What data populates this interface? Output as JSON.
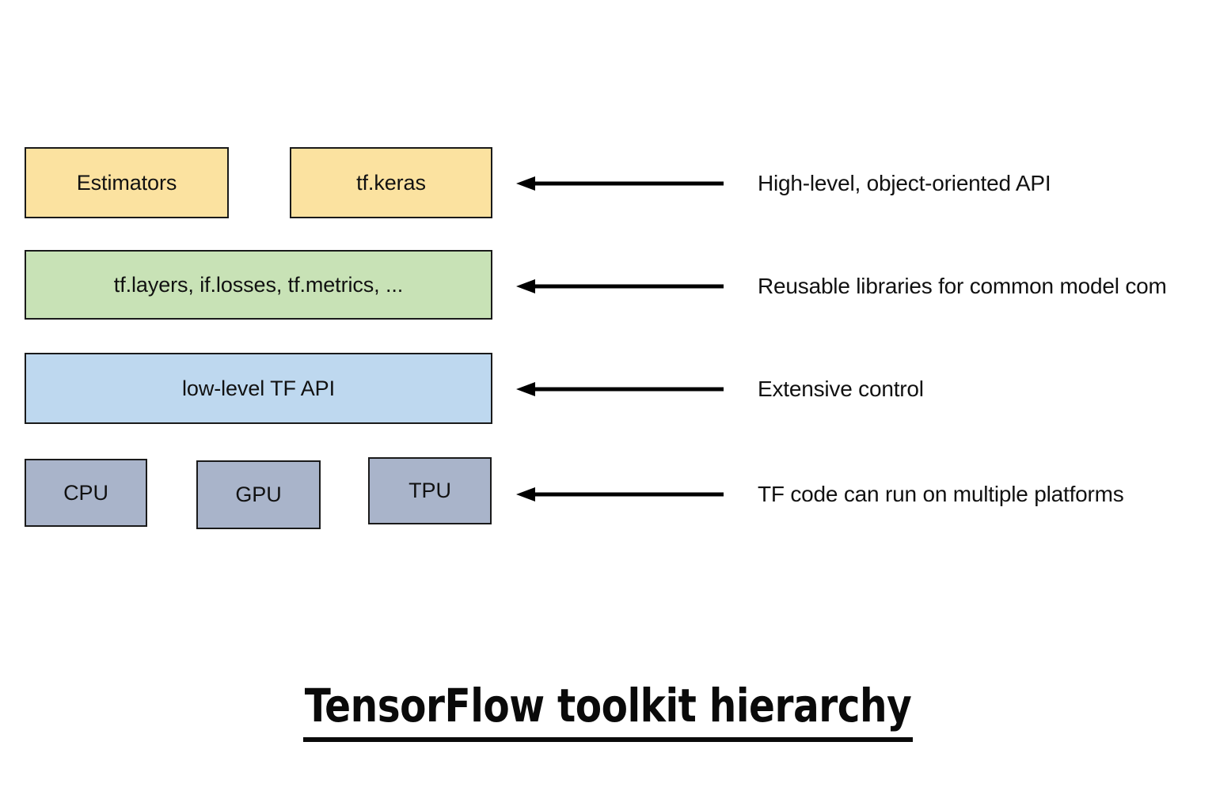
{
  "diagram": {
    "title": "TensorFlow toolkit hierarchy",
    "type": "layered-block-diagram",
    "background_color": "#ffffff"
  },
  "tiers": [
    {
      "id": "high-level-api",
      "fill_color": "#fbe2a0",
      "boxes": [
        {
          "label": "Estimators"
        },
        {
          "label": "tf.keras"
        }
      ],
      "annotation": "High-level, object-oriented API",
      "arrow": {
        "direction": "left",
        "icon": "left-arrow-icon"
      }
    },
    {
      "id": "reusable-libraries",
      "fill_color": "#c8e2b6",
      "boxes": [
        {
          "label": "tf.layers, if.losses, tf.metrics, ..."
        }
      ],
      "annotation": "Reusable libraries for common model com",
      "arrow": {
        "direction": "left",
        "icon": "left-arrow-icon"
      }
    },
    {
      "id": "low-level-api",
      "fill_color": "#bed8ef",
      "boxes": [
        {
          "label": "low-level TF API"
        }
      ],
      "annotation": "Extensive control",
      "arrow": {
        "direction": "left",
        "icon": "left-arrow-icon"
      }
    },
    {
      "id": "hardware-platforms",
      "fill_color": "#a9b4ca",
      "boxes": [
        {
          "label": "CPU"
        },
        {
          "label": "GPU"
        },
        {
          "label": "TPU"
        }
      ],
      "annotation": "TF code can run on multiple platforms",
      "arrow": {
        "direction": "left",
        "icon": "left-arrow-icon"
      }
    }
  ],
  "colors": {
    "border": "#1a1a1a",
    "text": "#111111",
    "arrow": "#000000",
    "yellow": "#fbe2a0",
    "green": "#c8e2b6",
    "blue": "#bed8ef",
    "gray": "#a9b4ca"
  }
}
